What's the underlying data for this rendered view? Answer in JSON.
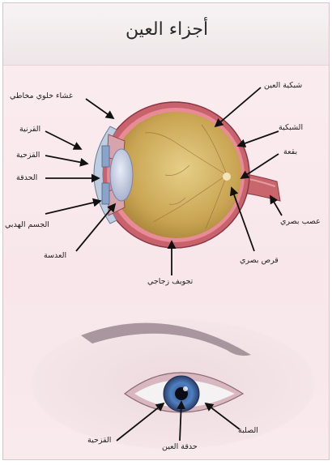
{
  "title": "أجزاء العين",
  "labels": {
    "conjunctiva": "غشاء خلوي مخاطي",
    "cornea": "القرنية",
    "iris": "القزحية",
    "pupil": "الحدقة",
    "ciliary_body": "الجسم الهدبي",
    "lens": "العدسة",
    "vitreous": "تجويف زجاجي",
    "choroid": "شبكية العين",
    "retina": "الشبكية",
    "fovea": "بقعة",
    "optic_nerve": "عصب بصري",
    "optic_disc": "قرص بصري",
    "outer_iris": "القزحية",
    "outer_pupil": "حدقة العين",
    "sclera": "الصلبة"
  }
}
